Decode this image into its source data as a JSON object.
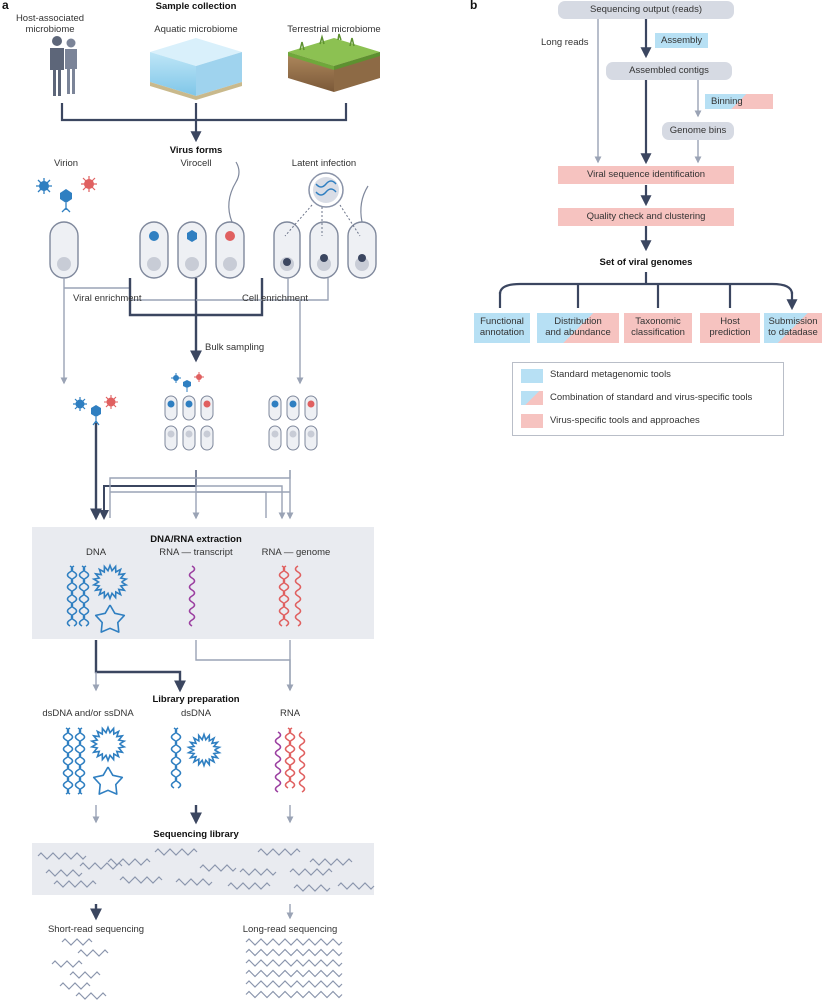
{
  "panel_a": {
    "letter": "a",
    "sample_collection": {
      "title": "Sample collection",
      "host": "Host-associated microbiome",
      "host_line1": "Host-associated",
      "host_line2": "microbiome",
      "aquatic": "Aquatic microbiome",
      "terrestrial": "Terrestrial microbiome"
    },
    "virus_forms": {
      "title": "Virus forms",
      "virion": "Virion",
      "virocell": "Virocell",
      "latent": "Latent infection"
    },
    "sampling": {
      "viral_enrichment": "Viral enrichment",
      "cell_enrichment": "Cell enrichment",
      "bulk_sampling": "Bulk sampling"
    },
    "extraction": {
      "title": "DNA/RNA extraction",
      "dna": "DNA",
      "rna_transcript": "RNA — transcript",
      "rna_genome": "RNA — genome"
    },
    "library": {
      "title": "Library preparation",
      "ds_ss": "dsDNA and/or ssDNA",
      "dsdna": "dsDNA",
      "rna": "RNA"
    },
    "sequencing": {
      "title": "Sequencing library",
      "short": "Short-read sequencing",
      "long": "Long-read sequencing"
    }
  },
  "panel_b": {
    "letter": "b",
    "sequencing_output": "Sequencing output (reads)",
    "long_reads": "Long reads",
    "assembly": "Assembly",
    "assembled_contigs": "Assembled contigs",
    "binning": "Binning",
    "genome_bins": "Genome bins",
    "viral_identification": "Viral sequence identification",
    "quality_check": "Quality check and clustering",
    "set_of_genomes": "Set of viral genomes",
    "outputs": [
      {
        "line1": "Functional",
        "line2": "annotation",
        "kind": "standard"
      },
      {
        "line1": "Distribution",
        "line2": "and abundance",
        "kind": "combination"
      },
      {
        "line1": "Taxonomic",
        "line2": "classification",
        "kind": "virus"
      },
      {
        "line1": "Host",
        "line2": "prediction",
        "kind": "virus"
      },
      {
        "line1": "Submission",
        "line2": "to datadase",
        "kind": "combination"
      }
    ],
    "legend": {
      "standard": "Standard metagenomic tools",
      "combination": "Combination of standard and virus-specific tools",
      "virus": "Virus-specific tools and approaches"
    }
  },
  "colors": {
    "blue_tool": "#b7e0f4",
    "pink_tool": "#f6c3c0",
    "grey_box": "#d6dae3",
    "band": "#e9ebf0",
    "arrow": "#3b4660",
    "arrow_light": "#9aa3b5",
    "dna_blue": "#2f7fc1",
    "rna_purple": "#9b3fa0",
    "rna_red": "#e06060"
  }
}
